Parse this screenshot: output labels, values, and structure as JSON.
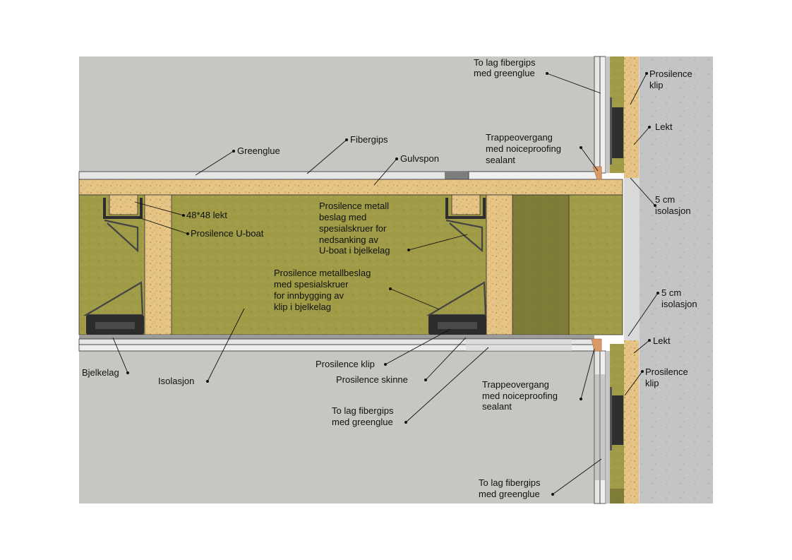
{
  "labels": {
    "top_gips": [
      "To lag fibergips",
      "med greenglue"
    ],
    "klip_top": [
      "Prosilence",
      "klip"
    ],
    "lekt_top": "Lekt",
    "greenglue": "Greenglue",
    "fibergips": "Fibergips",
    "gulvspon": "Gulvspon",
    "trappe_top": [
      "Trappeovergang",
      "med noiceproofing",
      "sealant"
    ],
    "isolasjon_5cm_top": [
      "5 cm",
      "isolasjon"
    ],
    "lekt_48": "48*48 lekt",
    "uboat": "Prosilence U-boat",
    "metall_nedsank": [
      "Prosilence metall",
      "beslag med",
      "spesialskruer for",
      "nedsanking av",
      "U-boat i bjelkelag"
    ],
    "metall_innbygg": [
      "Prosilence metallbeslag",
      "med spesialskruer",
      "for innbygging av",
      "klip i bjelkelag"
    ],
    "isolasjon_5cm_bottom": [
      "5 cm",
      "isolasjon"
    ],
    "lekt_bottom": "Lekt",
    "klip_bottom": [
      "Prosilence",
      "klip"
    ],
    "bjelkelag": "Bjelkelag",
    "isolasjon": "Isolasjon",
    "klip_mid": "Prosilence klip",
    "skinne": "Prosilence skinne",
    "trappe_bottom": [
      "Trappeovergang",
      "med noiceproofing",
      "sealant"
    ],
    "gips_bottom_mid": [
      "To lag fibergips",
      "med greenglue"
    ],
    "gips_bottom_right": [
      "To lag fibergips",
      "med greenglue"
    ]
  },
  "colors": {
    "wall_grey": "#c6c7c3",
    "concrete": "#c2c3c5",
    "insulation": "#9e9a44",
    "insulation_dark": "#7d7a35",
    "osb": "#e3c183",
    "gips": "#e2e3e2",
    "metal": "#3a3a3a",
    "sealant": "#d99a6a"
  },
  "icons": {
    "leader_dot": "dot-icon"
  }
}
